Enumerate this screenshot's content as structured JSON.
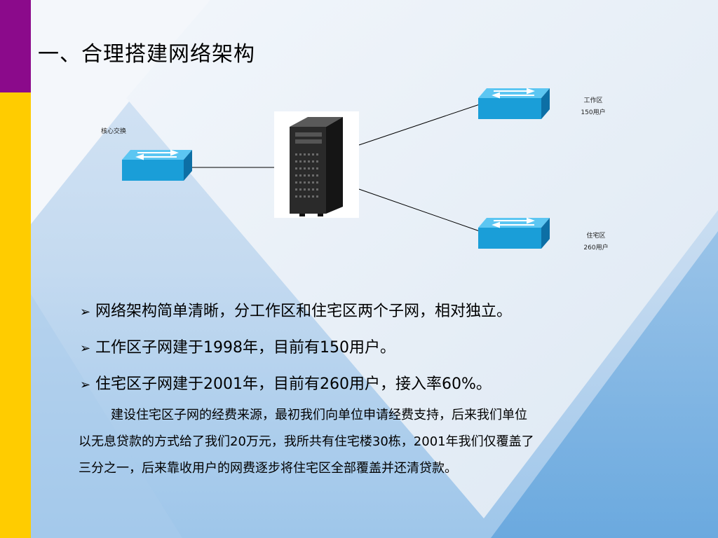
{
  "slide": {
    "title": "一、合理搭建网络架构",
    "diagram": {
      "core_label": "核心交换",
      "work_zone": {
        "name": "工作区",
        "users": "150用户"
      },
      "residential_zone": {
        "name": "住宅区",
        "users": "260用户"
      }
    },
    "bullets": [
      "网络架构简单清晰，分工作区和住宅区两个子网，相对独立。",
      "工作区子网建于1998年，目前有150用户。",
      "住宅区子网建于2001年，目前有260用户，接入率60%。"
    ],
    "paragraph_lines": [
      "建设住宅区子网的经费来源，最初我们向单位申请经费支持，后来我们单位",
      "以无息贷款的方式给了我们20万元，我所共有住宅楼30栋，2001年我们仅覆盖了",
      "三分之一，后来靠收用户的网费逐步将住宅区全部覆盖并还清贷款。"
    ],
    "colors": {
      "accent_purple": "#8b0a8b",
      "accent_yellow": "#ffcc00",
      "switch_blue": "#1a9ed8",
      "background_blue": "#bcd6ee"
    },
    "icons": [
      "switch-icon",
      "server-tower-icon",
      "arrow-bullet-icon"
    ]
  }
}
